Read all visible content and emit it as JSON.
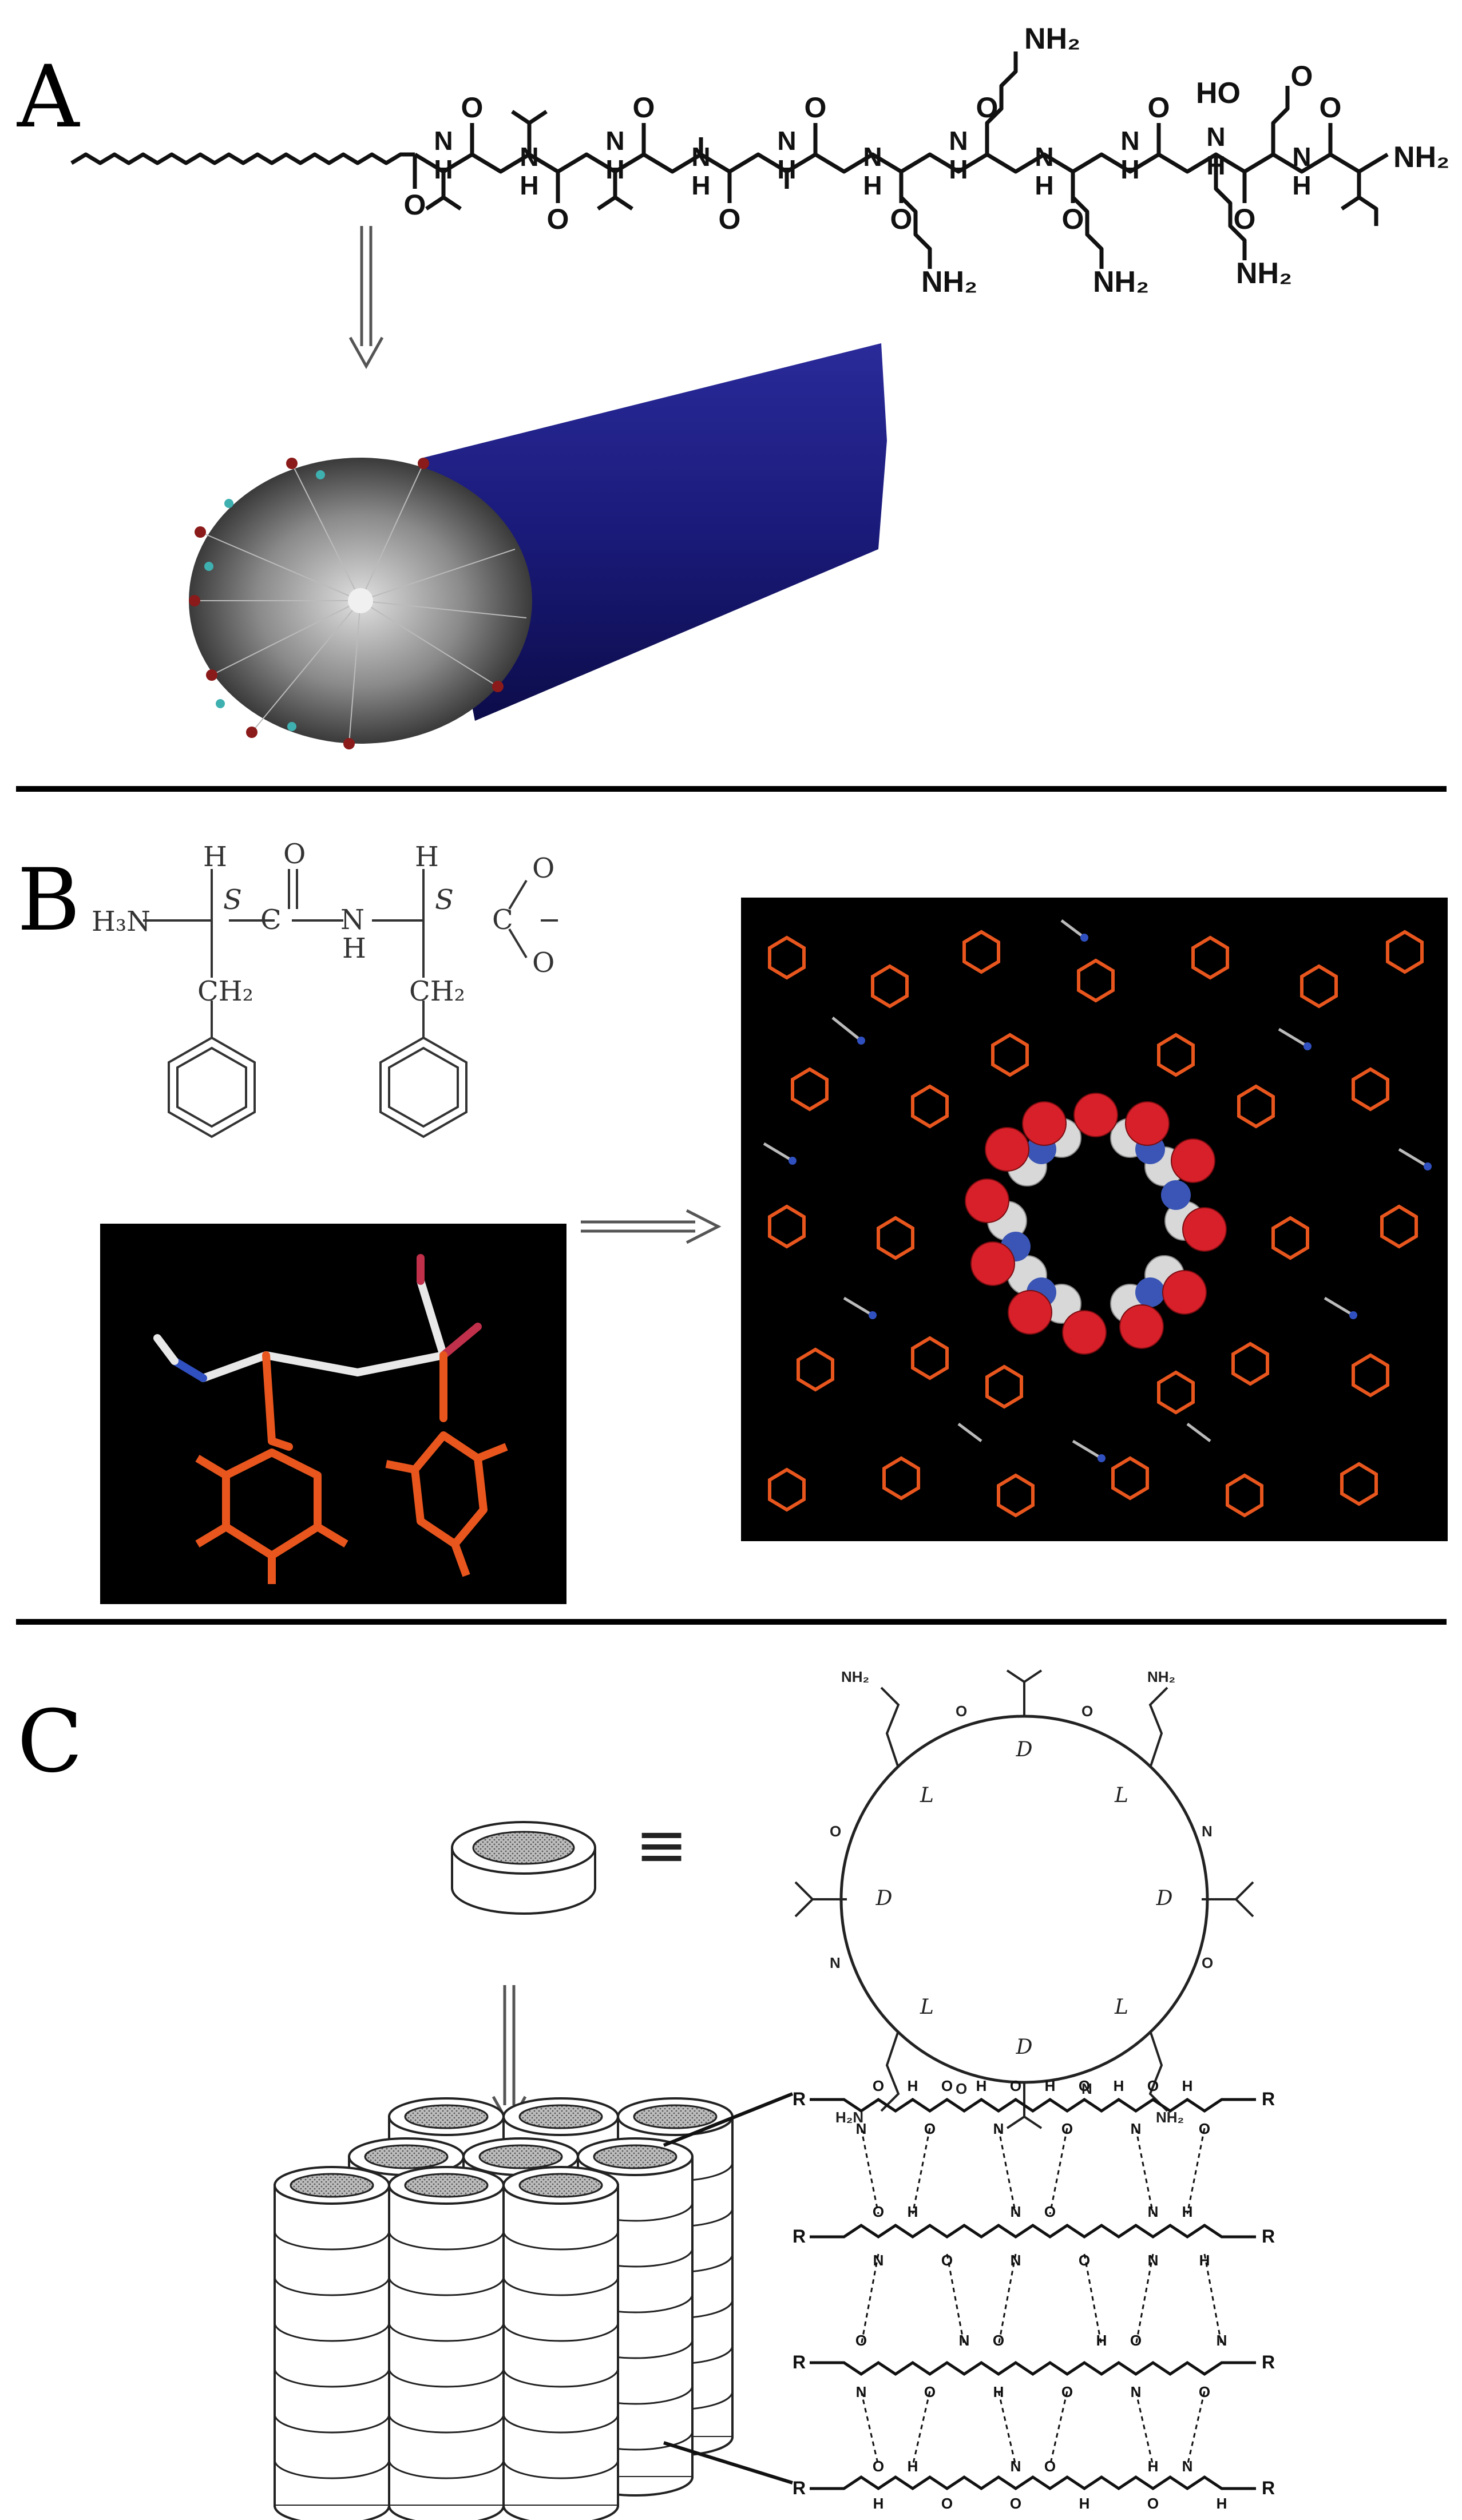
{
  "panels": [
    {
      "label": "A"
    },
    {
      "label": "B"
    },
    {
      "label": "C"
    }
  ],
  "panel_a": {
    "amine_groups": [
      "NH₂",
      "NH₂",
      "NH₂",
      "NH₂"
    ],
    "acid_group": "HO",
    "c_terminus": "NH₂",
    "tube_color": "#1a1a7a"
  },
  "panel_b": {
    "terminal_amine": "H₃N",
    "stereo_labels": [
      "S",
      "S"
    ],
    "ch2_labels": [
      "CH₂",
      "CH₂"
    ],
    "ring_color": "#e8561e"
  },
  "panel_c": {
    "stereo_ring": [
      "D",
      "L",
      "L",
      "D",
      "D",
      "L",
      "L",
      "D"
    ],
    "equivalence_symbol": "≡",
    "end_group": "R"
  }
}
